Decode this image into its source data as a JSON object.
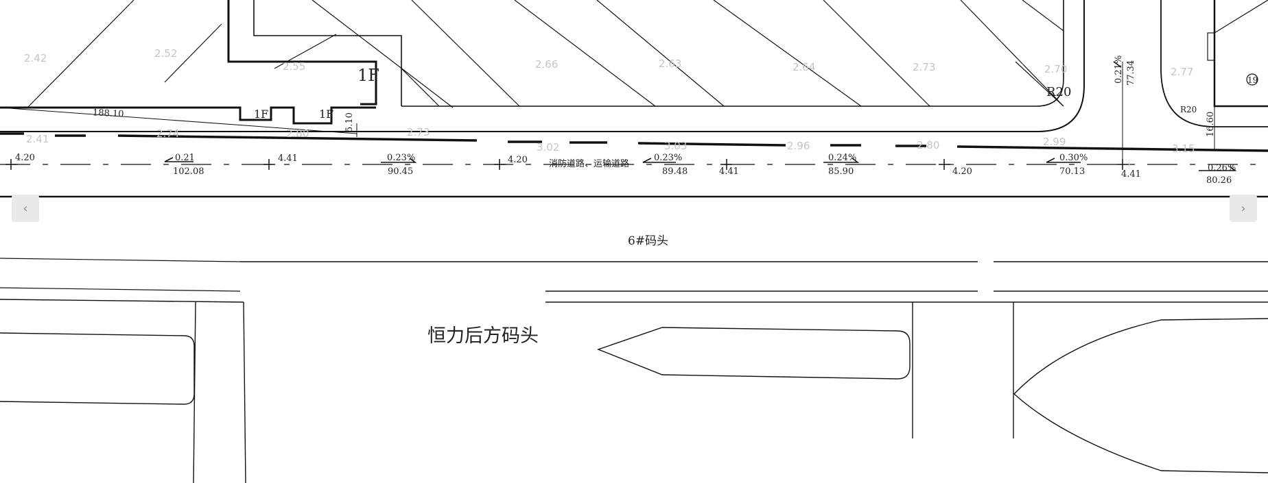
{
  "navigation": {
    "prev_icon": "‹",
    "next_icon": "›"
  },
  "drawing": {
    "building_labels": [
      "1F",
      "1F",
      "1F"
    ],
    "radius_labels": [
      "R20",
      "R20"
    ],
    "room_number": "19",
    "elevations": [
      "2.42",
      "2.52",
      "2.55",
      "2.66",
      "2.63",
      "2.64",
      "2.73",
      "2.70",
      "2.77",
      "2.41",
      "2.74",
      "2.80",
      "2.73",
      "3.02",
      "3.03",
      "2.96",
      "2.80",
      "2.99",
      "3.15"
    ],
    "road_marks": [
      {
        "value": "4.20"
      },
      {
        "slope": "0.21",
        "length": "102.08"
      },
      {
        "value": "4.41"
      },
      {
        "slope": "0.23%",
        "length": "90.45"
      },
      {
        "value": "4.20"
      },
      {
        "slope": "0.23%",
        "length": "89.48"
      },
      {
        "value": "4.41"
      },
      {
        "slope": "0.24%",
        "length": "85.90"
      },
      {
        "value": "4.20"
      },
      {
        "slope": "0.30%",
        "length": "70.13"
      },
      {
        "value": "4.41"
      },
      {
        "slope": "0.26%",
        "length": "80.26"
      }
    ],
    "dim_188": "188.10",
    "dim_510": "5.10",
    "vertical_slope": "0.21%",
    "vertical_length": "77.34",
    "dim_1660": "16.60",
    "road_name": "消防道路、运输道路",
    "wharf_6": "6#码头",
    "wharf_hengli": "恒力后方码头"
  }
}
